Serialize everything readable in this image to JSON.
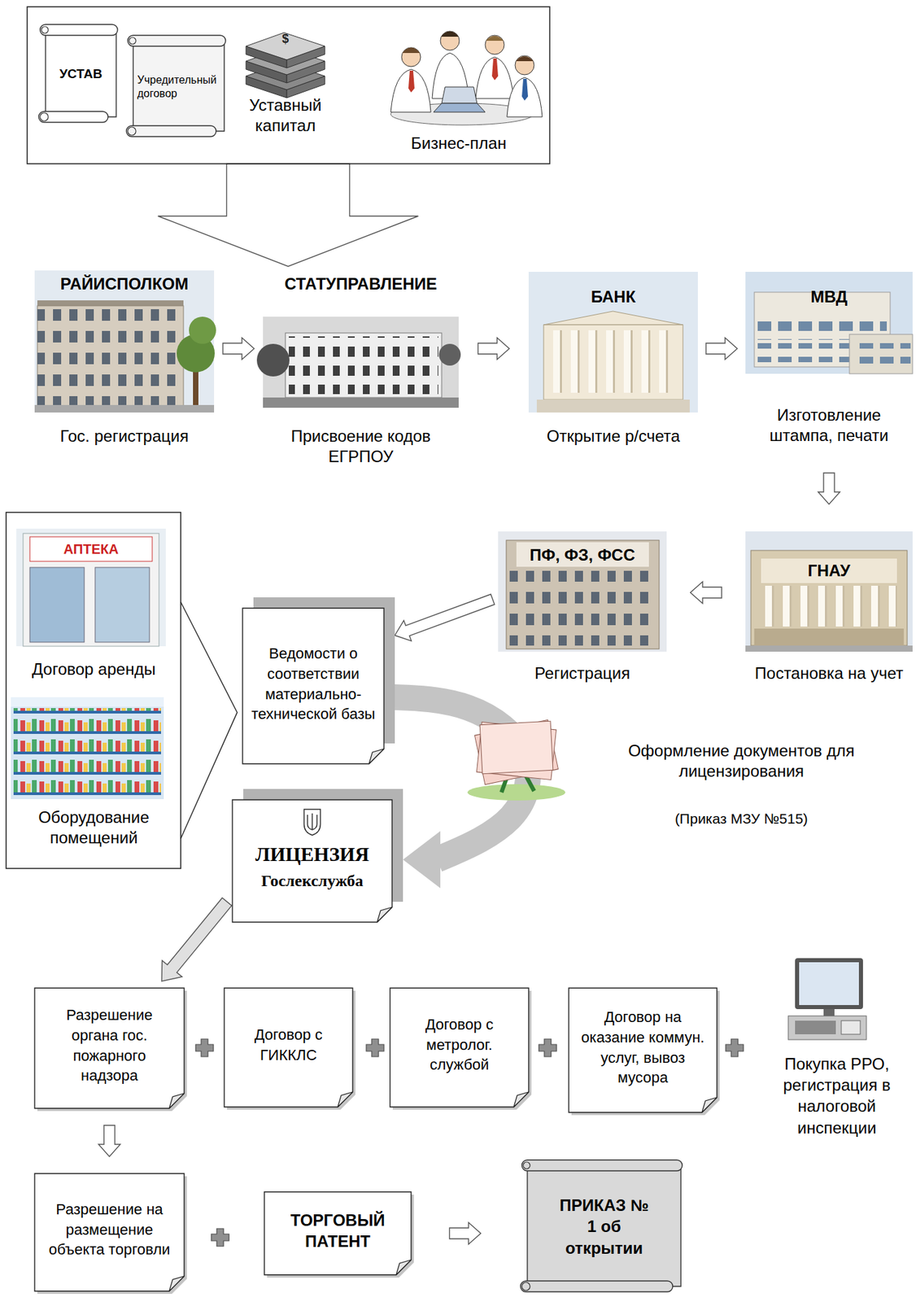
{
  "diagram": {
    "nodes": [
      {
        "text": []
      },
      {
        "text": [
          "УСТАВ"
        ],
        "in": 0
      },
      {
        "text": [
          "Учредительный договор"
        ],
        "in": 0
      },
      {
        "text": [
          "Уставный капитал"
        ],
        "in": 0
      },
      {
        "text": [
          "Бизнес-план"
        ],
        "in": 0
      },
      {
        "text": [
          "РАЙИСПОЛКОМ",
          "Гос. регистрация"
        ]
      },
      {
        "text": [
          "СТАТУПРАВЛЕНИЕ",
          "Присвоение кодов ЕГРПОУ"
        ]
      },
      {
        "text": [
          "БАНК",
          "Открытие р/счета"
        ]
      },
      {
        "text": [
          "МВД",
          "Изготовление штампа, печати"
        ]
      },
      {
        "text": []
      },
      {
        "text": [
          "Договор аренды"
        ],
        "in": 9
      },
      {
        "text": [
          "Оборудование помещений"
        ],
        "in": 9
      },
      {
        "text": [
          "Ведомости о соответствии материально-технической базы"
        ]
      },
      {
        "text": [
          "ПФ, ФЗ, ФСС",
          "Регистрация"
        ]
      },
      {
        "text": [
          "ГНАУ",
          "Постановка на учет"
        ]
      },
      {
        "text": [
          "ЛИЦЕНЗИЯ",
          "Гослекслужба"
        ]
      },
      {
        "text": [
          "Разрешение органа гос. пожарного надзора"
        ]
      },
      {
        "text": [
          "Договор с ГИККЛС"
        ]
      },
      {
        "text": [
          "Договор с метролог. службой"
        ]
      },
      {
        "text": [
          "Договор на оказание коммун. услуг, вывоз мусора"
        ]
      },
      {
        "text": [
          "Покупка РРО, регистрация в налоговой инспекции"
        ]
      },
      {
        "text": [
          "Разрешение на размещение объекта торговли"
        ]
      },
      {
        "text": [
          "ТОРГОВЫЙ ПАТЕНТ"
        ]
      },
      {
        "text": [
          "ПРИКАЗ № 1 об открытии"
        ]
      }
    ],
    "edges": [
      {
        "from": 0,
        "to": 5,
        "arrow": "to"
      },
      {
        "from": 5,
        "to": 6,
        "arrow": "to"
      },
      {
        "from": 6,
        "to": 7,
        "arrow": "to"
      },
      {
        "from": 7,
        "to": 8,
        "arrow": "to"
      },
      {
        "from": 8,
        "to": 14,
        "arrow": "to"
      },
      {
        "from": 14,
        "to": 13,
        "arrow": "to"
      },
      {
        "from": 13,
        "to": 12,
        "arrow": "to"
      },
      {
        "from": 9,
        "to": 12,
        "arrow": "to"
      },
      {
        "from": 12,
        "to": 15,
        "arrow": "to"
      },
      {
        "from": 15,
        "to": 16,
        "arrow": "to"
      },
      {
        "from": 16,
        "to": 21,
        "arrow": "to"
      },
      {
        "from": 22,
        "to": 23,
        "arrow": "to"
      }
    ],
    "labels": [
      "$",
      "АПТЕКА",
      "Оформление документов для лицензирования",
      "(Приказ МЗУ №515)"
    ]
  }
}
